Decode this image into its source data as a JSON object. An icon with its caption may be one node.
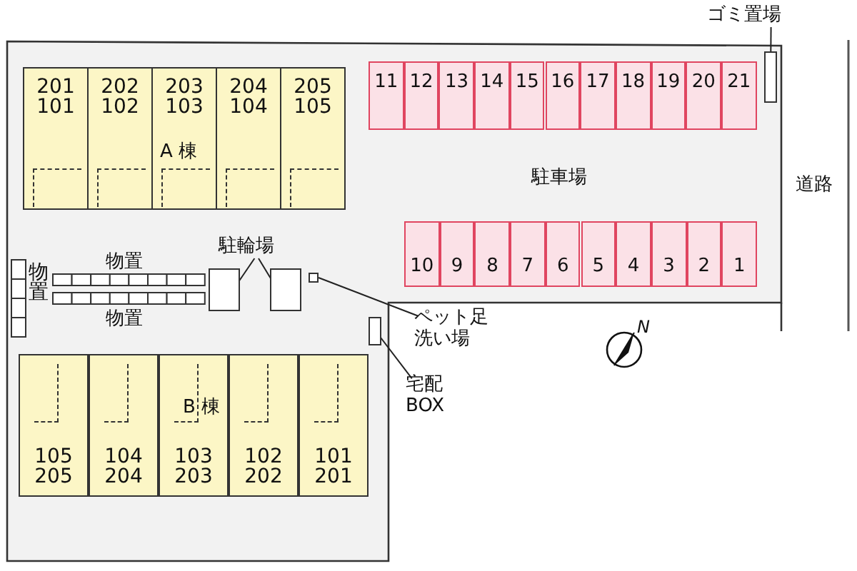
{
  "diagram": {
    "nodes": [
      {
        "text": [
          "ゴミ置場"
        ]
      },
      {
        "text": [],
        "shape": "box"
      },
      {
        "text": [
          "201",
          "101"
        ]
      },
      {
        "text": [
          "202",
          "102"
        ]
      },
      {
        "text": [
          "203",
          "103"
        ]
      },
      {
        "text": [
          "204",
          "104"
        ]
      },
      {
        "text": [
          "205",
          "105"
        ]
      },
      {
        "text": [
          "11"
        ]
      },
      {
        "text": [
          "12"
        ]
      },
      {
        "text": [
          "13"
        ]
      },
      {
        "text": [
          "14"
        ]
      },
      {
        "text": [
          "15"
        ]
      },
      {
        "text": [
          "16"
        ]
      },
      {
        "text": [
          "17"
        ]
      },
      {
        "text": [
          "18"
        ]
      },
      {
        "text": [
          "19"
        ]
      },
      {
        "text": [
          "20"
        ]
      },
      {
        "text": [
          "21"
        ]
      },
      {
        "text": [
          "駐輪場"
        ]
      },
      {
        "text": [],
        "shape": "box"
      },
      {
        "text": [],
        "shape": "box"
      },
      {
        "text": [],
        "shape": "box"
      },
      {
        "text": [
          "10"
        ]
      },
      {
        "text": [
          "9"
        ]
      },
      {
        "text": [
          "8"
        ]
      },
      {
        "text": [
          "7"
        ]
      },
      {
        "text": [
          "6"
        ]
      },
      {
        "text": [
          "5"
        ]
      },
      {
        "text": [
          "4"
        ]
      },
      {
        "text": [
          "3"
        ]
      },
      {
        "text": [
          "2"
        ]
      },
      {
        "text": [
          "1"
        ]
      },
      {
        "text": [
          "ペット足洗い場"
        ]
      },
      {
        "text": [],
        "shape": "box"
      },
      {
        "text": [
          "宅配BOX"
        ]
      },
      {
        "text": [
          "105",
          "205"
        ]
      },
      {
        "text": [
          "104",
          "204"
        ]
      },
      {
        "text": [
          "103",
          "203"
        ]
      },
      {
        "text": [
          "102",
          "202"
        ]
      },
      {
        "text": [
          "101",
          "201"
        ]
      }
    ],
    "edges": [
      {
        "from": 0,
        "to": 1,
        "arrow": "none"
      },
      {
        "from": 18,
        "to": 19,
        "arrow": "none"
      },
      {
        "from": 18,
        "to": 20,
        "arrow": "none"
      },
      {
        "from": 32,
        "to": 21,
        "arrow": "none"
      },
      {
        "from": 34,
        "to": 33,
        "arrow": "none"
      }
    ],
    "labels": [
      "A 棟",
      "駐車場",
      "道路",
      "物置",
      "物置",
      "物置",
      "N",
      "B 棟"
    ]
  }
}
